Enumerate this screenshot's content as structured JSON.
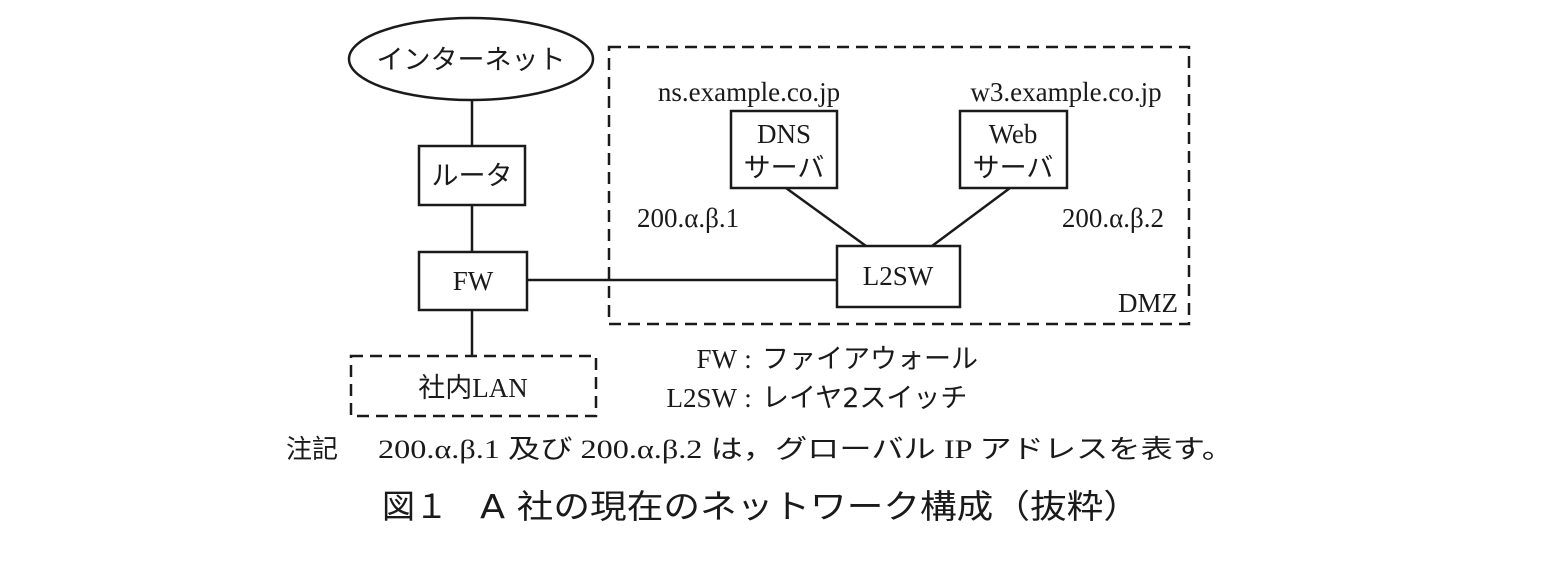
{
  "diagram": {
    "nodes": {
      "internet": {
        "label": "インターネット",
        "shape": "ellipse"
      },
      "router": {
        "label": "ルータ"
      },
      "firewall": {
        "label": "FW"
      },
      "lan": {
        "label": "社内LAN",
        "shape": "dashed-box"
      },
      "l2sw": {
        "label": "L2SW"
      },
      "dns_server": {
        "label_line1": "DNS",
        "label_line2": "サーバ",
        "hostname": "ns.example.co.jp",
        "ip": "200.α.β.1"
      },
      "web_server": {
        "label_line1": "Web",
        "label_line2": "サーバ",
        "hostname": "w3.example.co.jp",
        "ip": "200.α.β.2"
      }
    },
    "zones": {
      "dmz": {
        "label": "DMZ"
      }
    },
    "edges": [
      {
        "from": "internet",
        "to": "router"
      },
      {
        "from": "router",
        "to": "firewall"
      },
      {
        "from": "firewall",
        "to": "lan"
      },
      {
        "from": "firewall",
        "to": "l2sw"
      },
      {
        "from": "l2sw",
        "to": "dns_server"
      },
      {
        "from": "l2sw",
        "to": "web_server"
      }
    ],
    "legend": [
      {
        "term": "FW",
        "sep": ":",
        "meaning": "ファイアウォール"
      },
      {
        "term": "L2SW",
        "sep": ":",
        "meaning": "レイヤ2スイッチ"
      }
    ],
    "note": {
      "prefix": "注記",
      "text": "200.α.β.1 及び 200.α.β.2 は，グローバル IP アドレスを表す。"
    },
    "caption": {
      "number": "図１",
      "title": "A 社の現在のネットワーク構成（抜粋）"
    }
  }
}
